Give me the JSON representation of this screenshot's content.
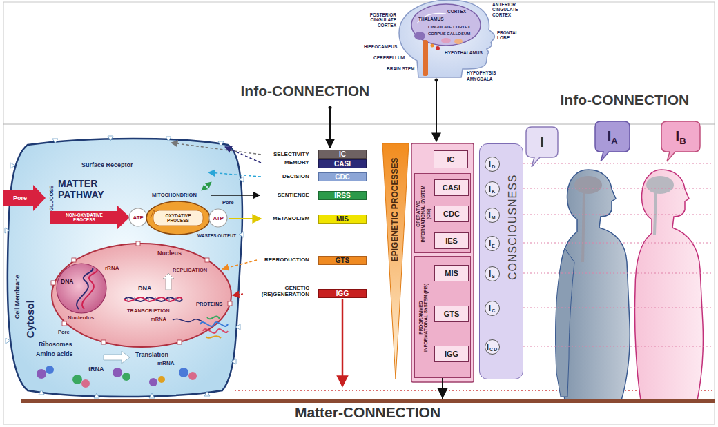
{
  "diagram": {
    "nodes": [
      {
        "text": [
          "IC"
        ]
      },
      {
        "text": [
          "CASI"
        ]
      },
      {
        "text": [
          "CDC"
        ]
      },
      {
        "text": [
          "IRSS"
        ]
      },
      {
        "text": [
          "MIS"
        ]
      },
      {
        "text": [
          "GTS"
        ]
      },
      {
        "text": [
          "IGG"
        ]
      },
      {
        "text": [
          "EPIGENETIC PROCESSES"
        ]
      },
      {
        "text": [
          "IC"
        ]
      },
      {
        "text": [
          "OPERATIVE INFORMATIONAL SYSTEM (OIS)"
        ]
      },
      {
        "text": [
          "CASI"
        ],
        "in": 9
      },
      {
        "text": [
          "CDC"
        ],
        "in": 9
      },
      {
        "text": [
          "IES"
        ],
        "in": 9
      },
      {
        "text": [
          "PROGRAMMED INFORMATIONAL SYSTEM (PIS)"
        ]
      },
      {
        "text": [
          "MIS"
        ],
        "in": 13
      },
      {
        "text": [
          "GTS"
        ],
        "in": 13
      },
      {
        "text": [
          "IGG"
        ],
        "in": 13
      },
      {
        "text": [
          "CONSCIOUSNESS"
        ]
      },
      {
        "text": [
          "I",
          "D"
        ],
        "in": 17
      },
      {
        "text": [
          "I",
          "K"
        ],
        "in": 17
      },
      {
        "text": [
          "I",
          "M"
        ],
        "in": 17
      },
      {
        "text": [
          "I",
          "E"
        ],
        "in": 17
      },
      {
        "text": [
          "I",
          "S"
        ],
        "in": 17
      },
      {
        "text": [
          "I",
          "C"
        ],
        "in": 17
      },
      {
        "text": [
          "I",
          "CD"
        ],
        "in": 17
      },
      {
        "text": [
          "I"
        ]
      },
      {
        "text": [
          "I",
          "A"
        ]
      },
      {
        "text": [
          "I",
          "B"
        ]
      },
      {
        "text": [
          "Matter-CONNECTION"
        ]
      }
    ],
    "edges": [
      {
        "from": 13,
        "to": 28,
        "arrow": "to"
      }
    ],
    "labels": [
      "Info-CONNECTION",
      "Info-CONNECTION",
      "CORTEX",
      "ANTERIOR CINGULATE CORTEX",
      "THALAMUS",
      "POSTERIOR CINGULATE CORTEX",
      "CINGULATE CORTEX",
      "CORPUS CALLOSUM",
      "FRONTAL LOBE",
      "HIPPOCAMPUS",
      "HYPOTHALAMUS",
      "CEREBELLUM",
      "BRAIN STEM",
      "HYPOPHYSIS",
      "AMYGDALA",
      "SELECTIVITY",
      "MEMORY",
      "DECISION",
      "SENTIENCE",
      "METABOLISM",
      "REPRODUCTION",
      "GENETIC (RE)GENERATION",
      "Surface Receptor",
      "MATTER PATHWAY",
      "MITOCHONDRION",
      "Pore",
      "GLUCOSE",
      "NON-OXYDATIVE PROCESS",
      "ATP",
      "OXYDATIVE PROCESS",
      "ATP",
      "Pore",
      "WASTES OUTPUT",
      "Cell Membrane",
      "Cytosol",
      "Nucleus",
      "REPLICATION",
      "DNA",
      "rRNA",
      "Nucleolus",
      "DNA",
      "TRANSCRIPTION",
      "mRNA",
      "Pore",
      "PROTEINS",
      "Ribosomes",
      "Amino acids",
      "tRNA",
      "Translation",
      "mRNA"
    ]
  }
}
